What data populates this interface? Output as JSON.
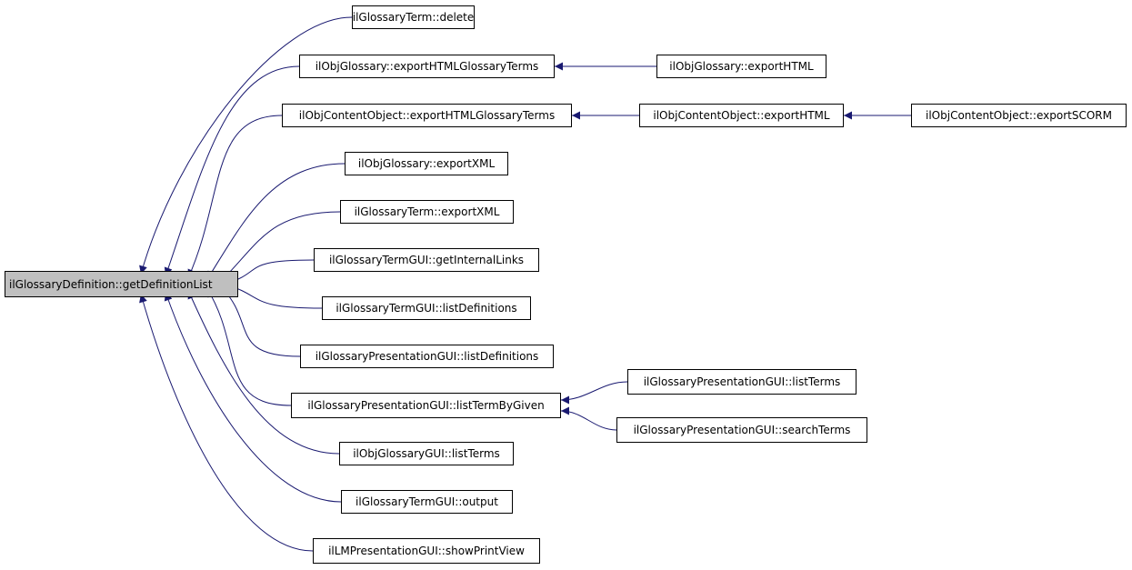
{
  "colors": {
    "edge": "#191970",
    "node_border": "#000000",
    "node_fill": "#ffffff",
    "root_fill": "#bfbfbf"
  },
  "root": {
    "id": "root",
    "label": "ilGlossaryDefinition::getDefinitionList"
  },
  "nodes": [
    {
      "id": "n1",
      "label": "ilGlossaryTerm::delete"
    },
    {
      "id": "n2",
      "label": "ilObjGlossary::exportHTMLGlossaryTerms"
    },
    {
      "id": "n3",
      "label": "ilObjContentObject::exportHTMLGlossaryTerms"
    },
    {
      "id": "n4",
      "label": "ilObjGlossary::exportXML"
    },
    {
      "id": "n5",
      "label": "ilGlossaryTerm::exportXML"
    },
    {
      "id": "n6",
      "label": "ilGlossaryTermGUI::getInternalLinks"
    },
    {
      "id": "n7",
      "label": "ilGlossaryTermGUI::listDefinitions"
    },
    {
      "id": "n8",
      "label": "ilGlossaryPresentationGUI::listDefinitions"
    },
    {
      "id": "n9",
      "label": "ilGlossaryPresentationGUI::listTermByGiven"
    },
    {
      "id": "n10",
      "label": "ilObjGlossaryGUI::listTerms"
    },
    {
      "id": "n11",
      "label": "ilGlossaryTermGUI::output"
    },
    {
      "id": "n12",
      "label": "ilLMPresentationGUI::showPrintView"
    },
    {
      "id": "n13",
      "label": "ilObjGlossary::exportHTML"
    },
    {
      "id": "n14",
      "label": "ilObjContentObject::exportHTML"
    },
    {
      "id": "n15",
      "label": "ilObjContentObject::exportSCORM"
    },
    {
      "id": "n16",
      "label": "ilGlossaryPresentationGUI::listTerms"
    },
    {
      "id": "n17",
      "label": "ilGlossaryPresentationGUI::searchTerms"
    }
  ],
  "edges": [
    {
      "from": "n1",
      "to": "root"
    },
    {
      "from": "n2",
      "to": "root"
    },
    {
      "from": "n3",
      "to": "root"
    },
    {
      "from": "n4",
      "to": "root"
    },
    {
      "from": "n5",
      "to": "root"
    },
    {
      "from": "n6",
      "to": "root"
    },
    {
      "from": "n7",
      "to": "root"
    },
    {
      "from": "n8",
      "to": "root"
    },
    {
      "from": "n9",
      "to": "root"
    },
    {
      "from": "n10",
      "to": "root"
    },
    {
      "from": "n11",
      "to": "root"
    },
    {
      "from": "n12",
      "to": "root"
    },
    {
      "from": "n13",
      "to": "n2"
    },
    {
      "from": "n14",
      "to": "n3"
    },
    {
      "from": "n15",
      "to": "n14"
    },
    {
      "from": "n16",
      "to": "n9"
    },
    {
      "from": "n17",
      "to": "n9"
    }
  ]
}
